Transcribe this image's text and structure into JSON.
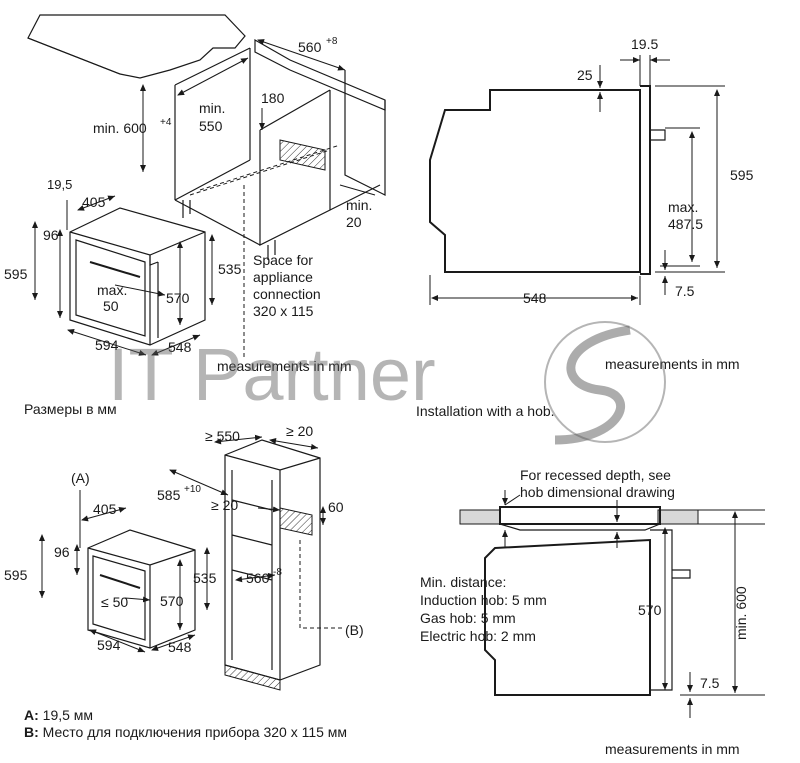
{
  "top_left": {
    "dims": {
      "w560": "560",
      "w560_tol": "+8",
      "h600": "min. 600",
      "h600_tol": "+4",
      "min550_a": "min.",
      "min550_b": "550",
      "d180": "180",
      "d19_5": "19,5",
      "d405": "405",
      "d96": "96",
      "d595": "595",
      "max50_a": "max.",
      "max50_b": "50",
      "d570": "570",
      "d535": "535",
      "min20_a": "min.",
      "min20_b": "20",
      "d594": "594",
      "d548": "548"
    },
    "space_note": [
      "Space for",
      "appliance",
      "connection",
      "320 x 115"
    ],
    "measurements": "measurements in mm",
    "caption": "Размеры в мм"
  },
  "top_right": {
    "dims": {
      "d19_5": "19.5",
      "d25": "25",
      "d595": "595",
      "max_a": "max.",
      "max_b": "487.5",
      "d548": "548",
      "d7_5": "7.5"
    },
    "measurements": "measurements in mm"
  },
  "bottom_left": {
    "dims": {
      "ge550": "≥ 550",
      "ge20_top": "≥ 20",
      "d585": "585",
      "d585_tol": "+10",
      "ge20_mid": "≥ 20",
      "d60": "60",
      "markA": "(A)",
      "d405": "405",
      "d96": "96",
      "d595": "595",
      "le50": "≤ 50",
      "d570": "570",
      "d535": "535",
      "d560": "560",
      "d560_tol": "-8",
      "markB": "(B)",
      "d594": "594",
      "d548": "548"
    },
    "notes": [
      {
        "key": "A:",
        "text": "19,5 мм"
      },
      {
        "key": "B:",
        "text": "Место для подключения прибора 320 x 115 мм"
      }
    ]
  },
  "bottom_right": {
    "title": "Installation with a hob.",
    "recess_note": [
      "For recessed depth, see",
      "hob dimensional drawing"
    ],
    "min_distance": [
      "Min. distance:",
      "Induction hob: 5 mm",
      "Gas hob: 5 mm",
      "Electric hob: 2 mm"
    ],
    "dims": {
      "d570": "570",
      "min600": "min. 600",
      "d7_5": "7.5"
    },
    "measurements": "measurements in mm"
  },
  "watermark": "IT Partner"
}
